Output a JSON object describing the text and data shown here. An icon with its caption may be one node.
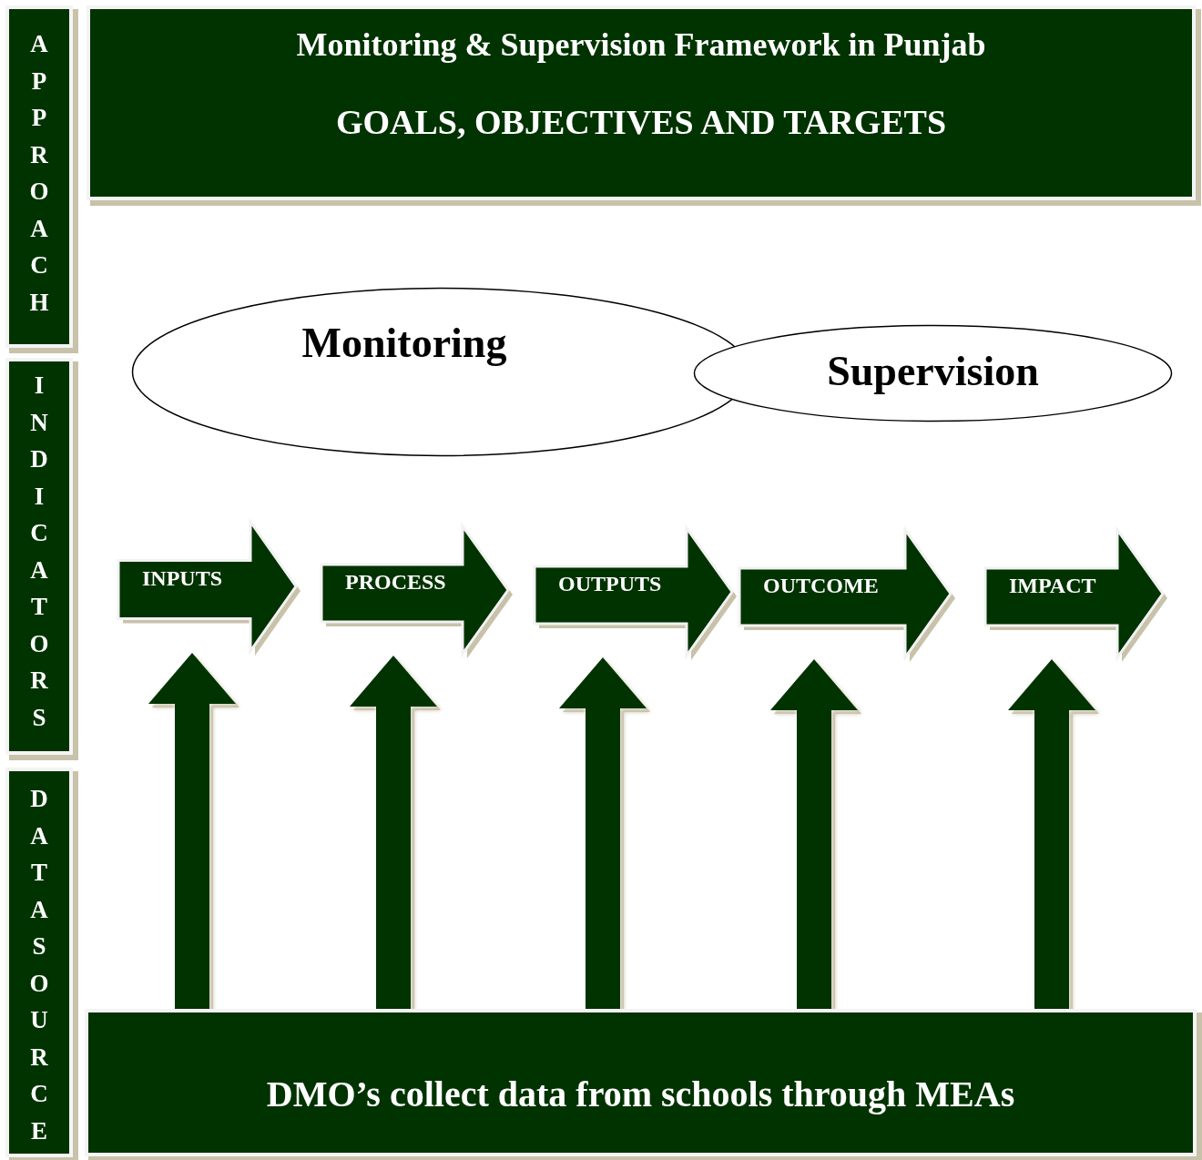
{
  "diagram": {
    "nodes": [
      {
        "text": [
          "APPROACH"
        ]
      },
      {
        "text": [
          "INDICATORS"
        ]
      },
      {
        "text": [
          "DATA SOURCE"
        ]
      },
      {
        "text": [
          "Monitoring & Supervision Framework in Punjab",
          "GOALS, OBJECTIVES AND TARGETS"
        ]
      },
      {
        "text": [
          "Monitoring"
        ]
      },
      {
        "text": [
          "Supervision"
        ]
      },
      {
        "text": [
          "INPUTS"
        ]
      },
      {
        "text": [
          "PROCESS"
        ]
      },
      {
        "text": [
          "OUTPUTS"
        ]
      },
      {
        "text": [
          "OUTCOME"
        ]
      },
      {
        "text": [
          "IMPACT"
        ]
      },
      {
        "text": [
          "DMO’s collect data from schools through MEAs"
        ]
      }
    ],
    "edges": [
      {
        "from": 11,
        "to": 6,
        "arrow": "to"
      },
      {
        "from": 11,
        "to": 7,
        "arrow": "to"
      },
      {
        "from": 11,
        "to": 8,
        "arrow": "to"
      },
      {
        "from": 11,
        "to": 9,
        "arrow": "to"
      },
      {
        "from": 11,
        "to": 10,
        "arrow": "to"
      }
    ]
  }
}
